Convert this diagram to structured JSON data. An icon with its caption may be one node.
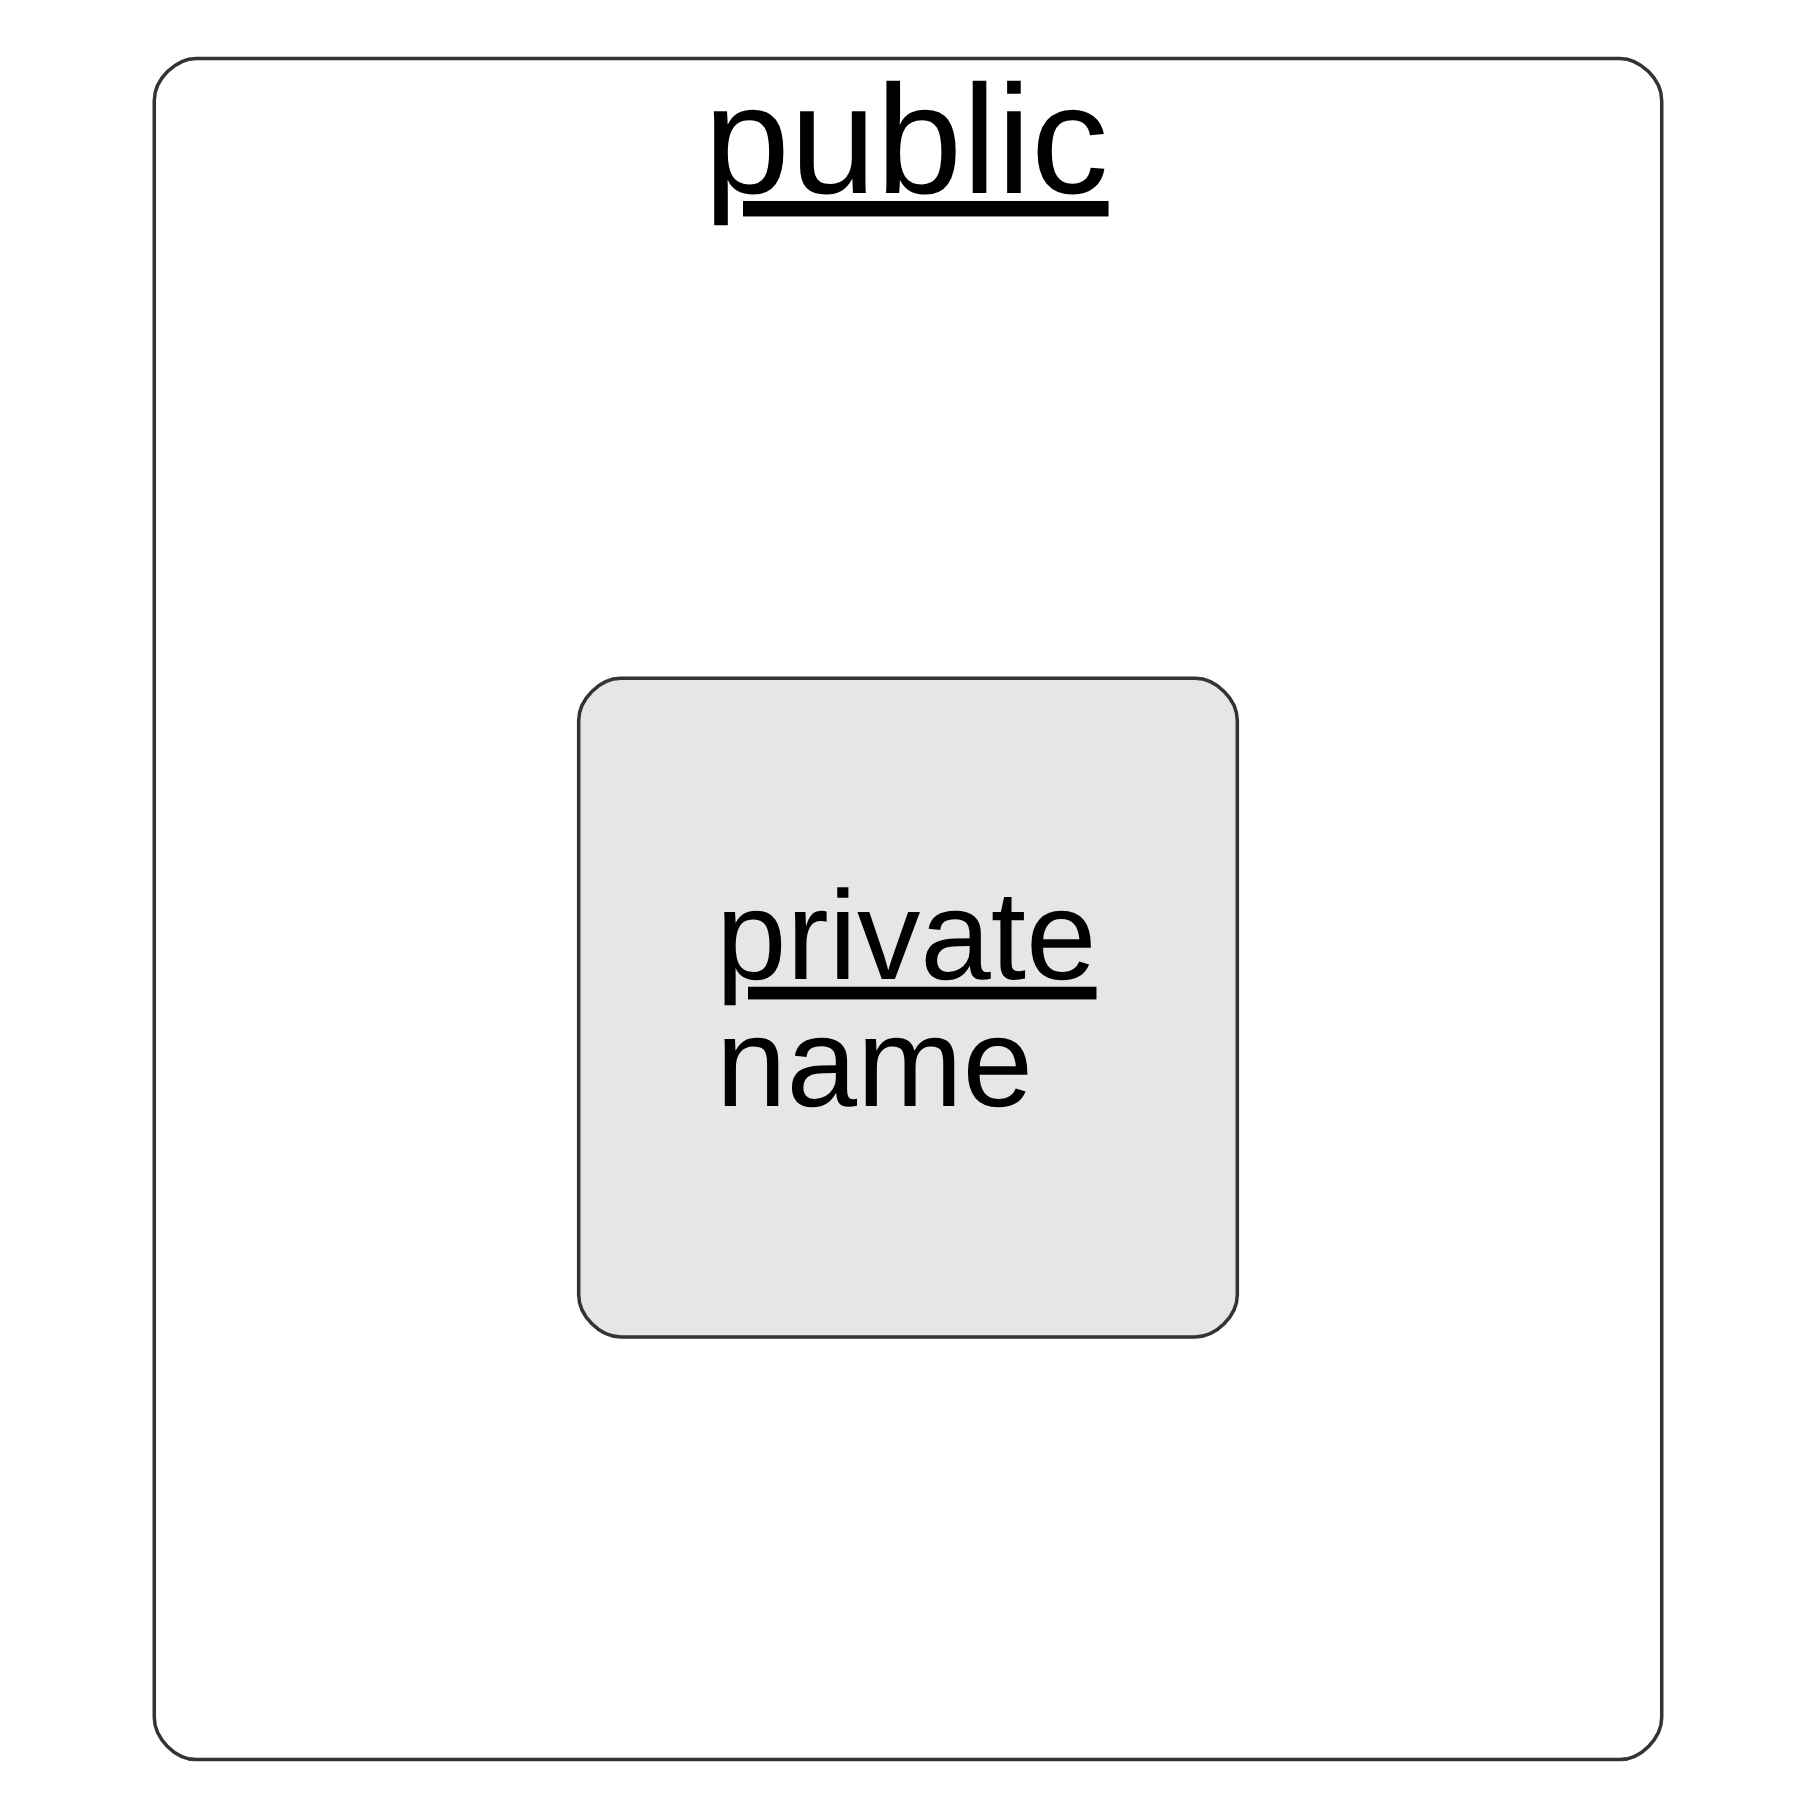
{
  "diagram": {
    "nodes": [
      {
        "text": [
          "public"
        ]
      },
      {
        "text": [
          "private",
          "name"
        ],
        "in": 0
      }
    ]
  }
}
